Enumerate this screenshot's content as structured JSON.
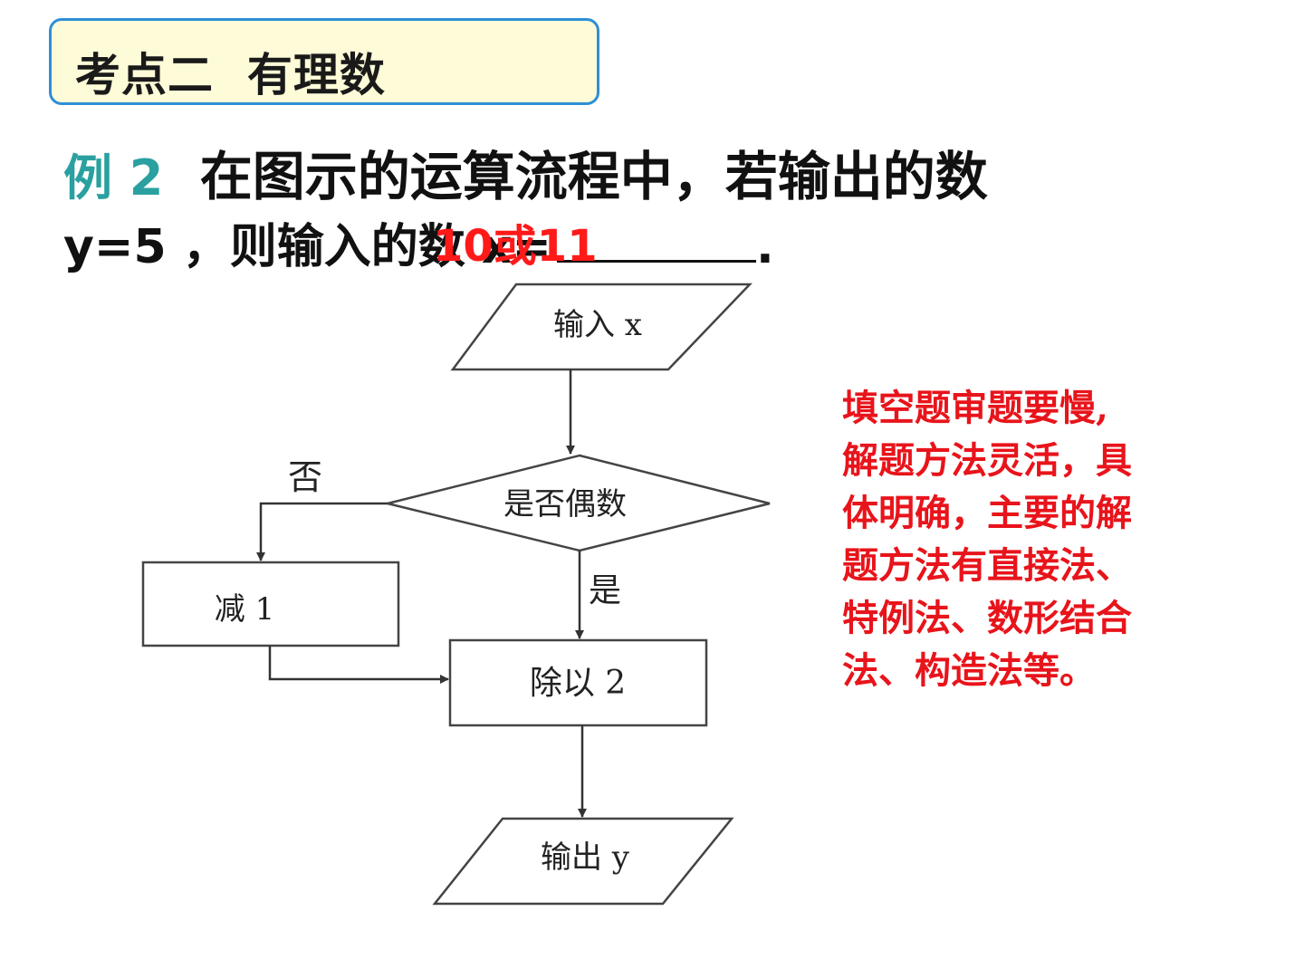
{
  "section": {
    "title": "考点二  有理数"
  },
  "question": {
    "example_label": "例 2",
    "line1": "在图示的运算流程中，若输出的数",
    "line2_prefix": "y=5 ，则输入的数 x=",
    "line2_suffix": "."
  },
  "answer": "10或11",
  "flowchart": {
    "input": "输入 x",
    "decision": "是否偶数",
    "no_label": "否",
    "yes_label": "是",
    "subtract": "减 1",
    "divide": "除以 2",
    "output": "输出 y"
  },
  "tip": {
    "lines": [
      "填空题审题要慢,",
      "解题方法灵活，具",
      "体明确，主要的解",
      "题方法有直接法、",
      "特例法、数形结合",
      "法、构造法等。"
    ]
  },
  "colors": {
    "accent_blue": "#2e8fd6",
    "example_teal": "#2aa0a0",
    "answer_red": "#ff1a1a",
    "tip_red": "#e8141b"
  }
}
